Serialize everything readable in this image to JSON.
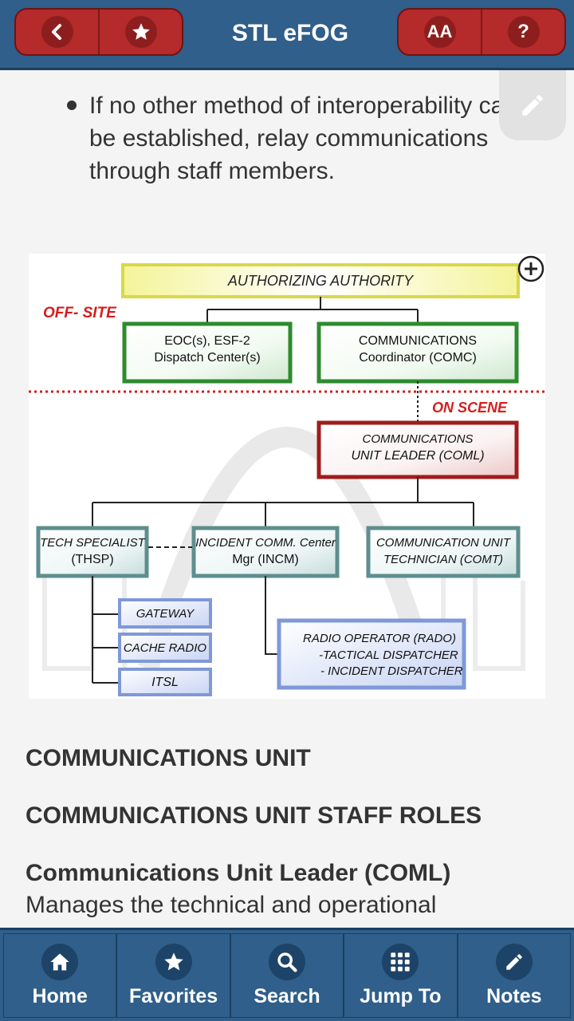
{
  "header": {
    "title": "STL eFOG",
    "back_icon": "chevron-left-icon",
    "favorite_icon": "star-icon",
    "font_size_label": "AA",
    "help_label": "?"
  },
  "content": {
    "bullet_text": "If no other method of interoperability can be established, relay communications through staff members.",
    "org_chart": {
      "authorizing_authority": "AUTHORIZING AUTHORITY",
      "off_site": "OFF- SITE",
      "on_scene": "ON SCENE",
      "eoc_line1": "EOC(s), ESF-2",
      "eoc_line2": "Dispatch Center(s)",
      "comc_line1": "COMMUNICATIONS",
      "comc_line2": "Coordinator (COMC)",
      "coml_line1": "COMMUNICATIONS",
      "coml_line2": "UNIT LEADER (COML)",
      "thsp_line1": "TECH SPECIALIST",
      "thsp_line2": "(THSP)",
      "incm_line1": "INCIDENT COMM. Center",
      "incm_line2": "Mgr (INCM)",
      "comt_line1": "COMMUNICATION UNIT",
      "comt_line2": "TECHNICIAN (COMT)",
      "gateway": "GATEWAY",
      "cache_radio": "CACHE RADIO",
      "itsl": "ITSL",
      "rado_line1": "RADIO OPERATOR (RADO)",
      "rado_line2": "-TACTICAL DISPATCHER",
      "rado_line3": "- INCIDENT DISPATCHER"
    },
    "section1": "COMMUNICATIONS UNIT",
    "section2": "COMMUNICATIONS UNIT STAFF ROLES",
    "section3": "Communications Unit Leader (COML)",
    "paragraph": "Manages the technical and operational"
  },
  "nav": {
    "home": "Home",
    "favorites": "Favorites",
    "search": "Search",
    "jump_to": "Jump To",
    "notes": "Notes"
  }
}
